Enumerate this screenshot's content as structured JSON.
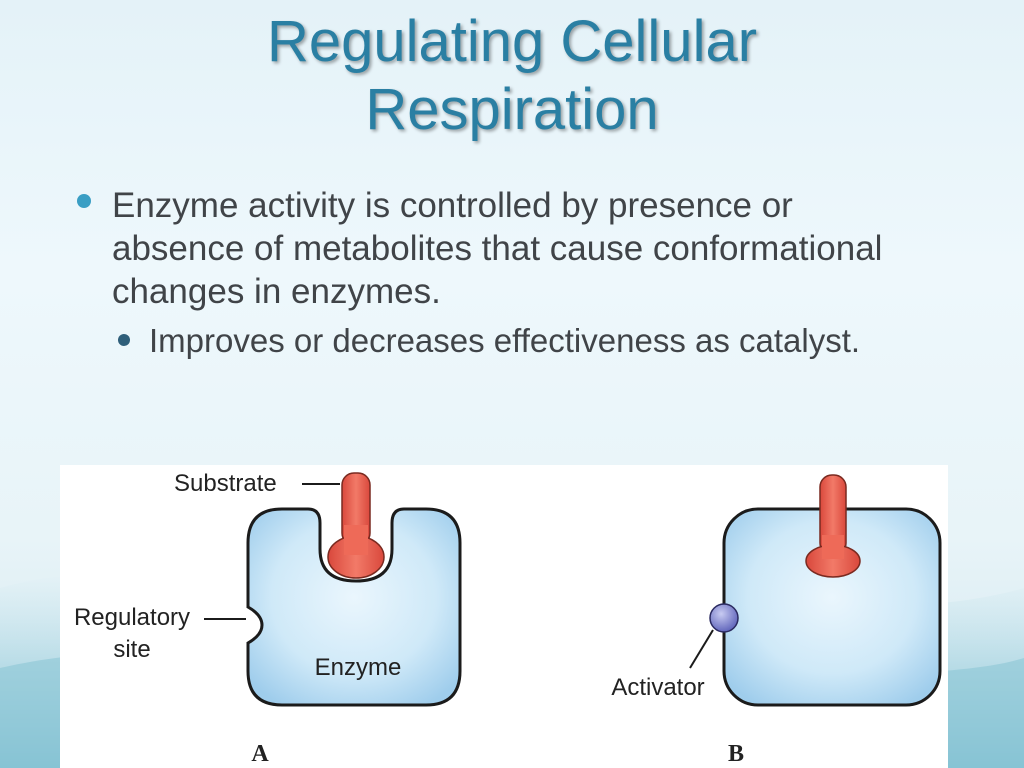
{
  "slide": {
    "title_line1": "Regulating Cellular",
    "title_line2": "Respiration",
    "bullet1": "Enzyme activity is controlled by presence or absence of metabolites that cause conformational changes in enzymes.",
    "bullet2": "Improves or decreases effectiveness as catalyst."
  },
  "figure": {
    "labels": {
      "substrate": "Substrate",
      "regulatory_line1": "Regulatory",
      "regulatory_line2": "site",
      "enzyme": "Enzyme",
      "activator": "Activator"
    },
    "panels": {
      "a": "A",
      "b": "B"
    },
    "colors": {
      "enzyme_fill": "#bfe0f4",
      "substrate_fill": "#e8685a",
      "activator_fill": "#7a7fd0",
      "title": "#2a7fa3"
    }
  }
}
